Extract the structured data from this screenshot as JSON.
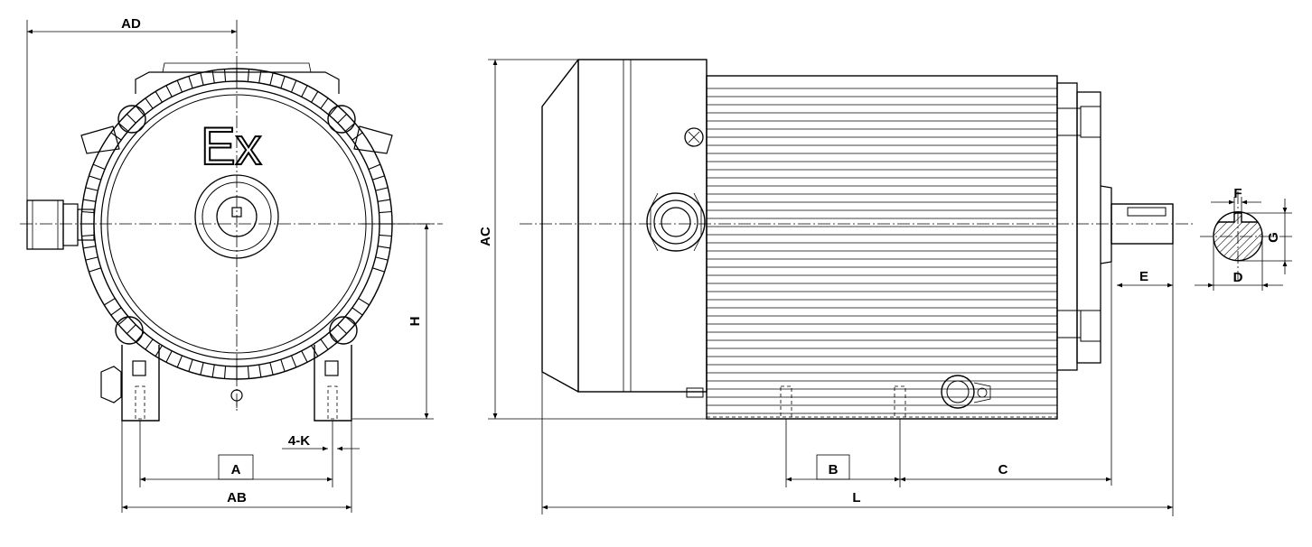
{
  "logo_text": "Ex",
  "labels": {
    "AD": "AD",
    "H": "H",
    "4K": "4-K",
    "A": "A",
    "AB": "AB",
    "AC": "AC",
    "B": "B",
    "C": "C",
    "L": "L",
    "E": "E",
    "F": "F",
    "G": "G",
    "D": "D"
  }
}
